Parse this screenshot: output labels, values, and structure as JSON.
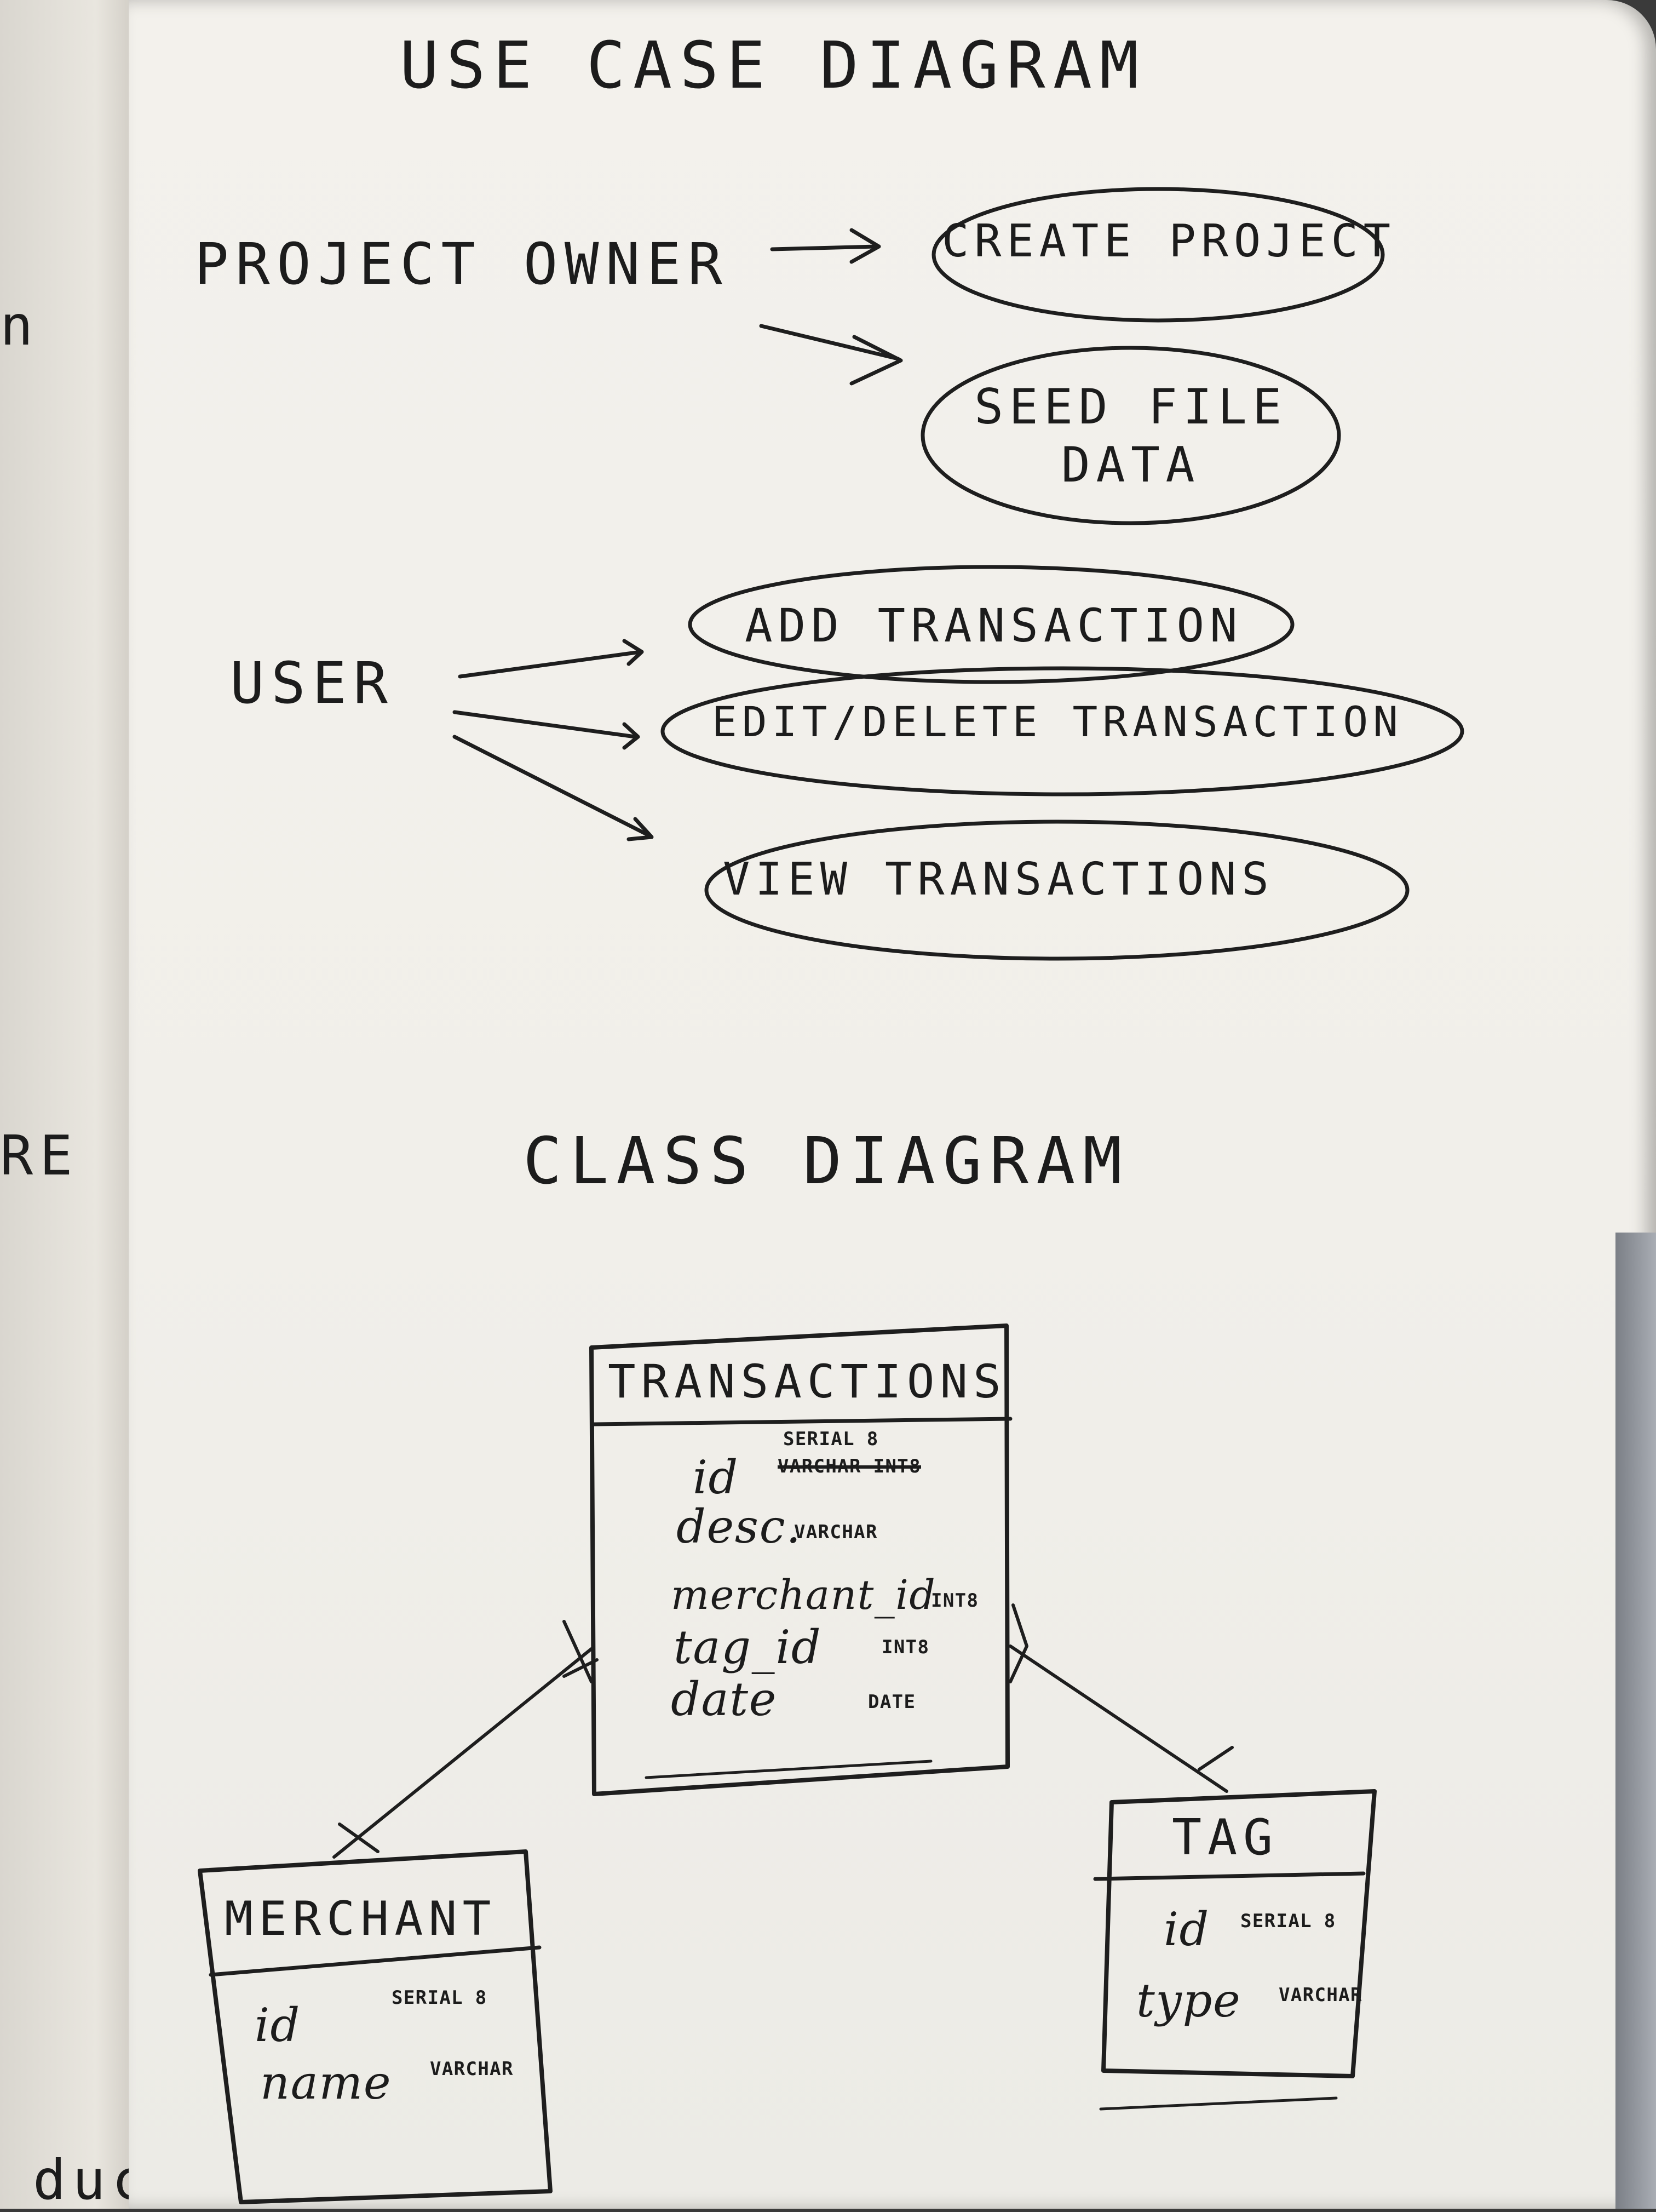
{
  "left_margin": {
    "fragments": [
      "n",
      "RE",
      "duct"
    ]
  },
  "use_case": {
    "title": "USE CASE DIAGRAM",
    "actors": [
      {
        "name": "PROJECT OWNER",
        "cases": [
          "CREATE PROJECT",
          "SEED FILE DATA"
        ]
      },
      {
        "name": "USER",
        "cases": [
          "ADD TRANSACTION",
          "EDIT/DELETE TRANSACTION",
          "VIEW TRANSACTIONS"
        ]
      }
    ]
  },
  "class_diagram": {
    "title": "CLASS DIAGRAM",
    "transactions": {
      "name": "TRANSACTIONS",
      "fields": [
        {
          "name": "id",
          "type": "SERIAL 8",
          "struck_type": "VARCHAR INT8"
        },
        {
          "name": "desc.",
          "type": "VARCHAR"
        },
        {
          "name": "merchant_id",
          "type": "INT8"
        },
        {
          "name": "tag_id",
          "type": "INT8"
        },
        {
          "name": "date",
          "type": "DATE"
        }
      ]
    },
    "merchant": {
      "name": "MERCHANT",
      "fields": [
        {
          "name": "id",
          "type": "SERIAL 8"
        },
        {
          "name": "name",
          "type": "VARCHAR"
        }
      ]
    },
    "tag": {
      "name": "TAG",
      "fields": [
        {
          "name": "id",
          "type": "SERIAL 8"
        },
        {
          "name": "type",
          "type": "VARCHAR"
        }
      ]
    }
  }
}
